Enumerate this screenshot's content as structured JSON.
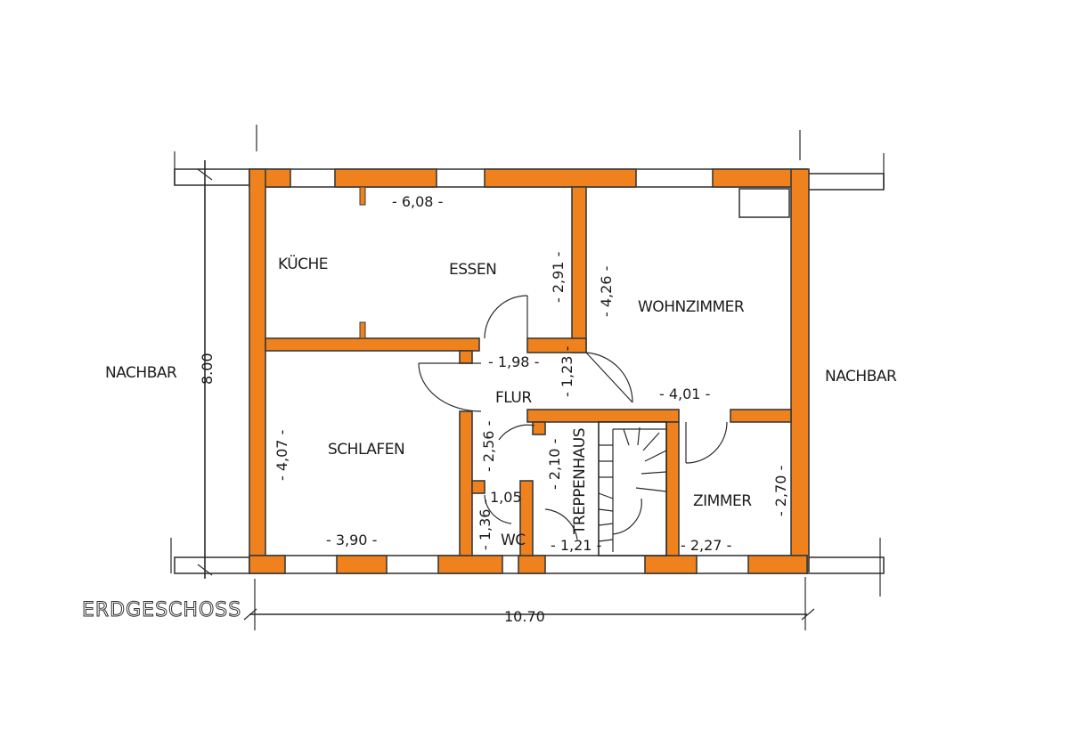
{
  "plan": {
    "title": "ERDGESCHOSS",
    "neighbors": {
      "left": "NACHBAR",
      "right": "NACHBAR"
    },
    "overall": {
      "height": "8.00",
      "width": "10.70"
    },
    "rooms": {
      "kitchen": "KÜCHE",
      "dining": "ESSEN",
      "living": "WOHNZIMMER",
      "hall": "FLUR",
      "bedroom": "SCHLAFEN",
      "room": "ZIMMER",
      "stairwell": "TREPPENHAUS",
      "wc": "WC"
    },
    "dimensions": {
      "kitchen_width": "- 6,08 -",
      "kitchen_depth": "- 2,91 -",
      "living_depth": "- 4,26 -",
      "hall_width": "- 1,98 -",
      "hall_depth": "- 1,23 -",
      "living_width": "- 4,01 -",
      "bedroom_depth": "- 4,07 -",
      "bedroom_width": "- 3,90 -",
      "hall_lower": "- 2,56 -",
      "stair_depth": "- 2,10 -",
      "wc_width": "1,05",
      "wc_depth": "- 1,36 -",
      "stair_width": "- 1,21 -",
      "room_width": "- 2,27 -",
      "room_depth": "- 2,70 -"
    }
  }
}
